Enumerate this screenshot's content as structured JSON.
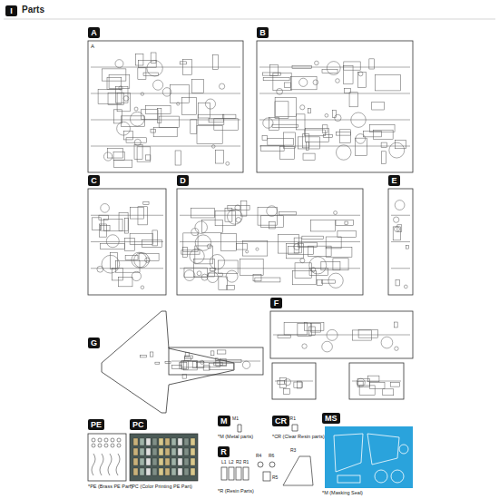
{
  "diagram": {
    "title": "Parts",
    "nodes": [
      {
        "text": [
          "I"
        ]
      },
      {
        "text": [
          "A"
        ]
      },
      {
        "text": [
          "B"
        ]
      },
      {
        "text": [
          "C"
        ]
      },
      {
        "text": [
          "D"
        ]
      },
      {
        "text": [
          "E"
        ]
      },
      {
        "text": [
          "G"
        ]
      },
      {
        "text": [
          "F"
        ]
      },
      {
        "text": [
          "M"
        ]
      },
      {
        "text": [
          "CR"
        ]
      },
      {
        "text": [
          "MS"
        ]
      },
      {
        "text": [
          "PE"
        ]
      },
      {
        "text": [
          "PC"
        ]
      },
      {
        "text": [
          "R"
        ]
      }
    ],
    "labels": [
      "A",
      "M1",
      "*M (Metal parts)",
      "CR1",
      "*CR (Clear Resin parts)",
      "L1",
      "L2",
      "R2",
      "R1",
      "R4",
      "R6",
      "R5",
      "R3",
      "*R (Resin Parts)",
      "*PE (Brass PE Part)",
      "*PC (Color Printing PE Part)",
      "*M (Masking Seal)"
    ]
  }
}
